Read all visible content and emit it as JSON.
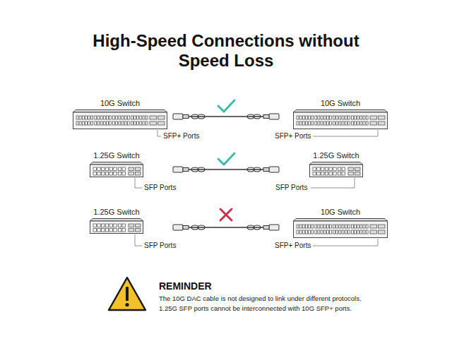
{
  "diagram": {
    "title": "High-Speed Connections without Speed Loss",
    "nodes": [
      {
        "text": [
          "10G Switch"
        ]
      },
      {
        "text": [
          "10G Switch"
        ]
      },
      {
        "text": [
          "1.25G Switch"
        ]
      },
      {
        "text": [
          "1.25G Switch"
        ]
      },
      {
        "text": [
          "1.25G Switch"
        ]
      },
      {
        "text": [
          "10G Switch"
        ]
      }
    ],
    "labels": [
      "SFP+ Ports",
      "SFP+ Ports",
      "SFP Ports",
      "SFP Ports",
      "SFP Ports",
      "SFP+ Ports",
      "REMINDER",
      "The 10G DAC cable is not designed to link under different protocols.",
      "1.25G SFP ports cannot be interconnected with 10G SFP+ ports."
    ]
  }
}
